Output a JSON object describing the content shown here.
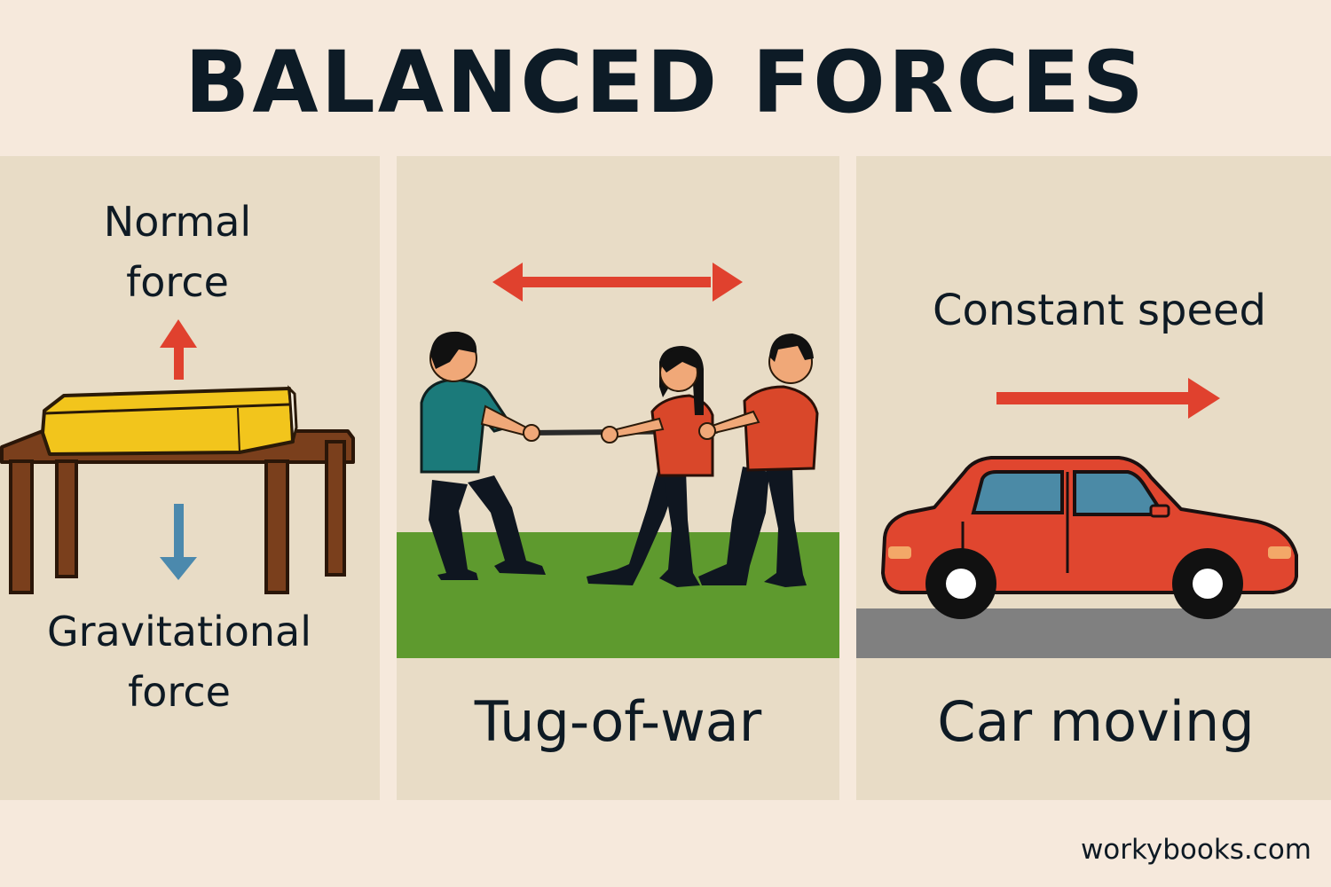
{
  "title": "BALANCED FORCES",
  "panels": [
    {
      "top_label_line1": "Normal",
      "top_label_line2": "force",
      "bottom_label_line1": "Gravitational",
      "bottom_label_line2": "force"
    },
    {
      "caption": "Tug-of-war"
    },
    {
      "top_label": "Constant speed",
      "caption": "Car moving"
    }
  ],
  "footer": "workybooks.com",
  "colors": {
    "background": "#f6e9dc",
    "panel": "#e8dcc6",
    "arrow_red": "#e0412e",
    "arrow_blue": "#4b89ad",
    "book_yellow": "#f2c51c",
    "table_brown": "#7a3f1c",
    "grass_green": "#5e9a2e",
    "road_gray": "#808080",
    "car_red": "#e0462f",
    "shirt_teal": "#1b7a7a",
    "shirt_red": "#d9472a"
  }
}
